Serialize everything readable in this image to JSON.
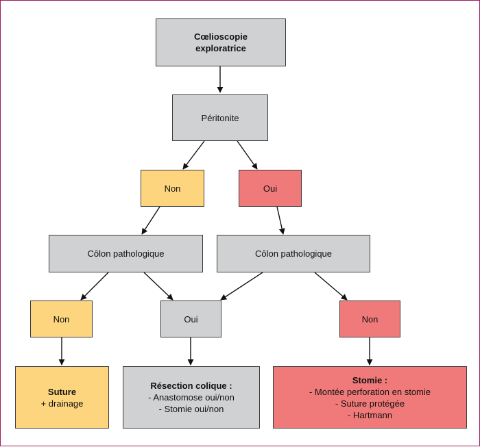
{
  "colors": {
    "gray": "#d0d1d3",
    "yellow": "#fdd57e",
    "red": "#f07a79",
    "border": "#a0185a"
  },
  "nodes": {
    "coelioscopie": {
      "line1": "Cœlioscopie",
      "line2": "exploratrice"
    },
    "peritonite": {
      "label": "Péritonite"
    },
    "non_top": {
      "label": "Non"
    },
    "oui_top": {
      "label": "Oui"
    },
    "colon_left": {
      "label": "Côlon pathologique"
    },
    "colon_right": {
      "label": "Côlon pathologique"
    },
    "non_left": {
      "label": "Non"
    },
    "oui_mid": {
      "label": "Oui"
    },
    "non_right": {
      "label": "Non"
    },
    "suture": {
      "title": "Suture",
      "line": "+ drainage"
    },
    "resection": {
      "title": "Résection colique :",
      "lines": [
        "- Anastomose oui/non",
        "- Stomie oui/non"
      ]
    },
    "stomie": {
      "title": "Stomie :",
      "lines": [
        "- Montée perforation en stomie",
        "- Suture protégée",
        "- Hartmann"
      ]
    }
  }
}
